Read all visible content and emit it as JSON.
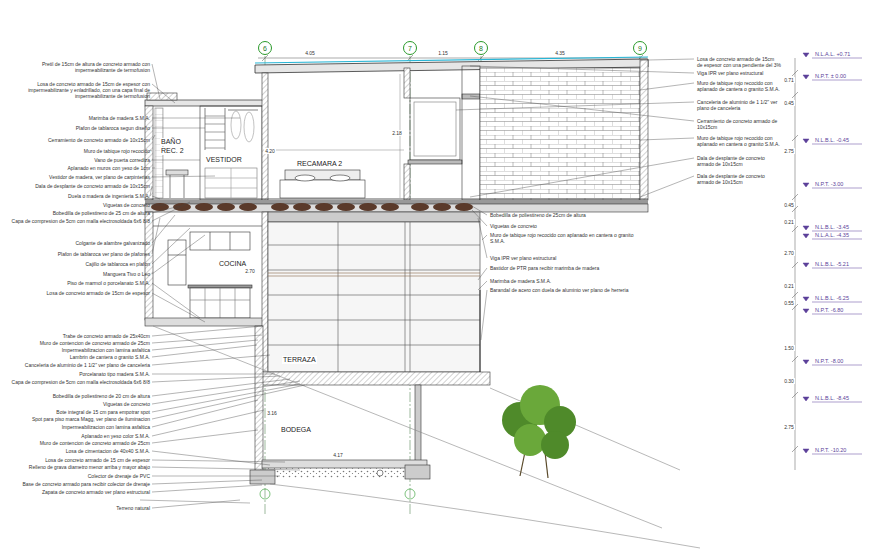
{
  "diagram": {
    "nodes": [
      {
        "text": [
          "6"
        ]
      },
      {
        "text": [
          "7"
        ]
      },
      {
        "text": [
          "8"
        ]
      },
      {
        "text": [
          "9"
        ]
      }
    ],
    "labels": [
      "Pretil de 15cm de altura de concreto armado con impermeabilizante de termofusion",
      "Losa de concreto armado de 15cm de espesor con impermeabilizante y enladrillado, con una capa final de impermeabilizante de termofusion",
      "Marimba de madera S.M.A.",
      "Plafon de tablaroca segun diseño",
      "Cerramiento de concreto armado de 10x15cm",
      "Muro de tabique rojo recocido",
      "Vano de puerta corrediza",
      "Aplanado en muros con yeso de 1cm",
      "Vestidor de madera, ver plano de carpinterias",
      "Dala de desplante de concreto armado de 10x15cm",
      "Duela o madera de ingenieria S.M.A.",
      "Viguetas de concreto",
      "Bobedilla de poliestireno de 25 cm de altura",
      "Capa de compresion de 5cm con malla electrosoldada 6x6 8/8",
      "Colgante de alambre galvanizado",
      "Plafon de tablaroca ver plano de plafones",
      "Cajillo de tablaroca en plafon",
      "Manguera Tivo o Leo",
      "Piso de marmol o porcelanato S.M.A.",
      "Losa de concreto armado de 15cm de espesor",
      "Trabe de concreto armado de 25x40cm",
      "Muro de contencion de concreto armado de 25cm",
      "Impermeabilizacion con lamina asfaltica",
      "Lambrin de cantera o granito S.M.A.",
      "Canceleria de aluminio de 1 1/2\" ver plano de canceleria",
      "Porcelanato tipo madera S.M.A.",
      "Capa de compresion de 5cm con malla electrosoldada 6x6 8/8",
      "Bobedilla de poliestireno de 20 cm de altura",
      "Viguetas de concreto",
      "Bote integral de 15 cm para empotrar spot",
      "Spot para piso marca Magg, ver plano de iluminacion",
      "Impermeabilizacion con lamina asfaltica",
      "Aplanado en yeso color S.M.A.",
      "Muro de contencion de concreto armado de 25cm",
      "Losa de cimentacion de 40x40 S.M.A.",
      "Losa de concreto armado de 15 cm de espesor",
      "Relleno de grava diametro menor arriba y mayor abajo",
      "Colector de drenaje de PVC",
      "Base de concreto armado para recibir colector de drenaje",
      "Zapata de concreto armado ver plano estructural",
      "Terreno natural",
      "Losa de concreto armado de 15cm de espesor con una pendiente del 3%",
      "Viga IPR ver plano estructural",
      "Muro de tabique rojo recocido con aplanado de cantera o granito S.M.A.",
      "Canceleria de aluminio de 1 1/2\" ver plano de canceleria",
      "Cerramiento de concreto armado de 10x15cm",
      "Muro de tabique rojo recocido con aplanado en cantera o granito S.M.A.",
      "Dala de desplante de concreto armado de 10x15cm",
      "Dala de desplante de concreto armado de 10x15cm",
      "Bobedilla de poliestireno de 25cm de altura",
      "Viguetas de concreto",
      "Muro de tabique rojo recocido con aplanado en cantera o granito S.M.A.",
      "Viga IPR ver plano estructural",
      "Bastidor de PTR para recibir marimba de madera",
      "Marimba de madera S.M.A.",
      "Barandal de acero con duela de aluminio ver plano de herreria",
      "N.L.A.L. +0.71",
      "N.P.T. ± 0.00",
      "N.L.B.L. -0.45",
      "N.P.T. -3.00",
      "N.L.B.L. -3.45",
      "N.L.A.L. -4.35",
      "N.L.B.L. -5.21",
      "N.L.B.L. -6.25",
      "N.P.T. -6.80",
      "N.P.T. -8.00",
      "N.L.B.L. -8.45",
      "N.P.T. -10.20",
      "0.71",
      "0.45",
      "2.75",
      "0.45",
      "0.21",
      "2.70",
      "0.21",
      "0.55",
      "1.50",
      "0.30",
      "2.75",
      "4.05",
      "1.15",
      "4.35",
      "2.18",
      "4.20",
      "2.70",
      "3.16",
      "4.17",
      "BAÑO",
      "REC. 2",
      "VESTIDOR",
      "RECAMARA 2",
      "COCINA",
      "TERRAZA",
      "BODEGA"
    ]
  }
}
